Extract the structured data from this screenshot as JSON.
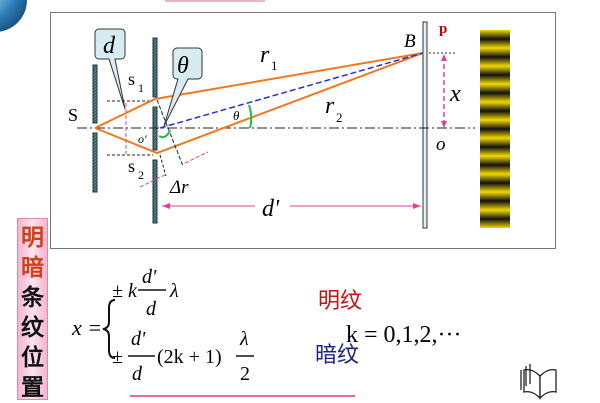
{
  "diagram": {
    "labels": {
      "S": "S",
      "s1": "s",
      "s1_sub": "1",
      "s2": "s",
      "s2_sub": "2",
      "d": "d",
      "theta_box": "θ",
      "theta_small": "θ",
      "o_prime": "o′",
      "delta_r": "Δr",
      "r1": "r",
      "r1_sub": "1",
      "r2": "r",
      "r2_sub": "2",
      "B": "B",
      "p": "p",
      "x": "x",
      "o": "o",
      "d_prime": "d'"
    },
    "colors": {
      "ray": "#f07820",
      "axis_dash": "#2233cc",
      "measure": "#e0409a",
      "p_label": "#cc0000",
      "fringe_light": "#f2d800",
      "fringe_dark": "#111111"
    },
    "fringe_count": 11
  },
  "side_label": {
    "chars": [
      "明",
      "暗",
      "条",
      "纹",
      "位",
      "置"
    ],
    "colors": [
      "#d0401a",
      "#d0401a",
      "#111111",
      "#111111",
      "#111111",
      "#111111"
    ]
  },
  "formula": {
    "lhs": "x =",
    "bright_prefix": "± k",
    "bright_num": "d'",
    "bright_den": "d",
    "bright_suffix": "λ",
    "dark_prefix": "±",
    "dark_num": "d'",
    "dark_den": "d",
    "dark_mid": "(2k + 1)",
    "dark_num2": "λ",
    "dark_den2": "2",
    "bright_label": "明纹",
    "dark_label": "暗纹",
    "k_values": "k = 0,1,2,···"
  }
}
